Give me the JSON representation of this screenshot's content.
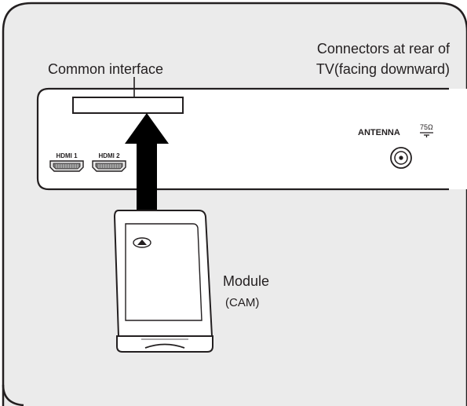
{
  "labels": {
    "rear_connectors_line1": "Connectors at rear of",
    "rear_connectors_line2": "TV(facing downward)",
    "common_interface": "Common interface",
    "hdmi1": "HDMI 1",
    "hdmi2": "HDMI 2",
    "antenna": "ANTENNA",
    "impedance": "75Ω",
    "module": "Module",
    "cam": "(CAM)"
  },
  "colors": {
    "background": "#ffffff",
    "frame_fill": "#ebebeb",
    "line": "#231f20",
    "arrow": "#000000",
    "card_fill": "#ffffff"
  }
}
